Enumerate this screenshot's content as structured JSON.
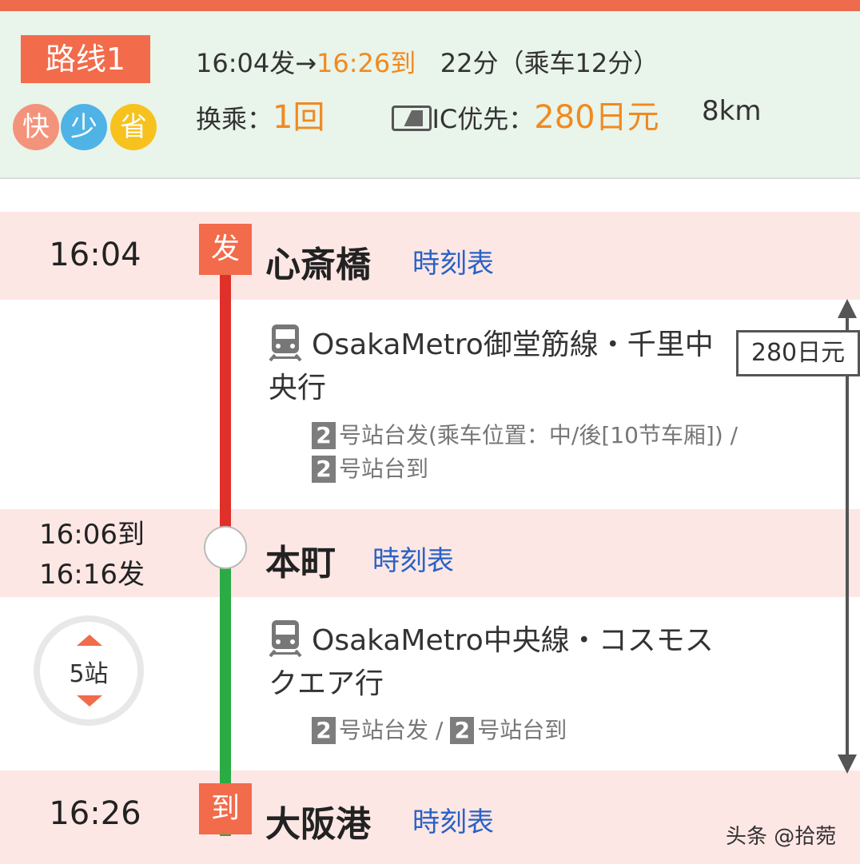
{
  "summary": {
    "route_label": "路线1",
    "badges": [
      "快",
      "少",
      "省"
    ],
    "depart": "16:04发→",
    "arrive": "16:26到",
    "duration": "22分（乘车12分）",
    "transfer_label": "换乘：",
    "transfer_count": "1回",
    "ic_label": "IC优先：",
    "fare": "280日元",
    "distance": "8km"
  },
  "stations": [
    {
      "time": "16:04",
      "mark": "发",
      "name": "心斎橋",
      "timetable": "時刻表"
    },
    {
      "time_arrive": "16:06到",
      "time_depart": "16:16发",
      "name": "本町",
      "timetable": "時刻表"
    },
    {
      "time": "16:26",
      "mark": "到",
      "name": "大阪港",
      "timetable": "時刻表"
    }
  ],
  "legs": [
    {
      "line": "OsakaMetro御堂筋線・千里中央行",
      "plat_num1": "2",
      "plat_text1": "号站台发(乘车位置：中/後[10节车厢]) / ",
      "plat_num2": "2",
      "plat_text2": "号站台到",
      "line_color": "#e0302a"
    },
    {
      "line": "OsakaMetro中央線・コスモスクエア行",
      "plat_num1": "2",
      "plat_text1": "号站台发 / ",
      "plat_num2": "2",
      "plat_text2": "号站台到",
      "line_color": "#2bab43",
      "stops": "5站"
    }
  ],
  "fare_box": "280日元",
  "watermark": "头条 @拾菀",
  "colors": {
    "accent": "#f26b4b",
    "link": "#2a62c4",
    "price": "#f08a20"
  }
}
